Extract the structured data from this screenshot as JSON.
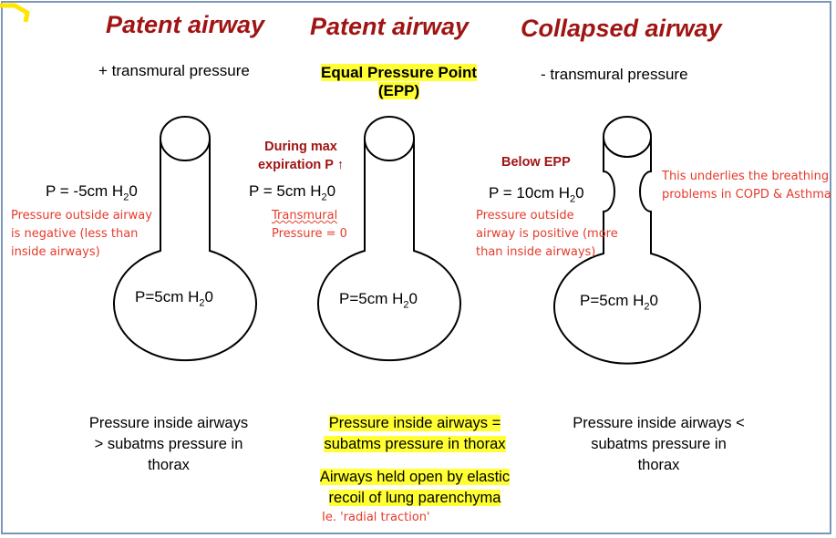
{
  "columns": [
    {
      "heading": "Patent airway",
      "subheading": "+ transmural pressure",
      "pressure_outside": "P = -5cm H",
      "pressure_outside_sub": "2",
      "pressure_outside_tail": "0",
      "note": [
        "Pressure outside airway",
        "is negative (less than",
        "inside airways)"
      ],
      "bulb_label": "P=5cm H",
      "bulb_label_sub": "2",
      "bulb_label_tail": "0",
      "footer": [
        "Pressure inside airways",
        "> subatms pressure in",
        "thorax"
      ]
    },
    {
      "heading": "Patent airway",
      "subheading_line1": "Equal Pressure Point",
      "subheading_line2": "(EPP)",
      "side_label": [
        "During max",
        "expiration P ↑"
      ],
      "pressure_outside": "P = 5cm H",
      "pressure_outside_sub": "2",
      "pressure_outside_tail": "0",
      "note": [
        "Transmural",
        "Pressure = 0"
      ],
      "bulb_label": "P=5cm H",
      "bulb_label_sub": "2",
      "bulb_label_tail": "0",
      "footer": [
        "Pressure inside airways =",
        "subatms pressure in thorax"
      ],
      "footer2": [
        "Airways held open by elastic",
        "recoil of lung parenchyma"
      ],
      "footnote": "Ie. 'radial traction'"
    },
    {
      "heading": "Collapsed airway",
      "subheading": "- transmural pressure",
      "side_label": "Below EPP",
      "pressure_outside": "P = 10cm H",
      "pressure_outside_sub": "2",
      "pressure_outside_tail": "0",
      "note": [
        "Pressure outside",
        "airway is positive (more",
        "than inside airways)"
      ],
      "side_note": [
        "This underlies the breathing",
        "problems in COPD & Asthma"
      ],
      "bulb_label": "P=5cm H",
      "bulb_label_sub": "2",
      "bulb_label_tail": "0",
      "footer": [
        "Pressure inside airways <",
        "subatms pressure in",
        "thorax"
      ]
    }
  ],
  "colors": {
    "heading": "#a01414",
    "annotation": "#e53b2c",
    "highlight": "#ffff33",
    "border": "#7b97b8"
  }
}
